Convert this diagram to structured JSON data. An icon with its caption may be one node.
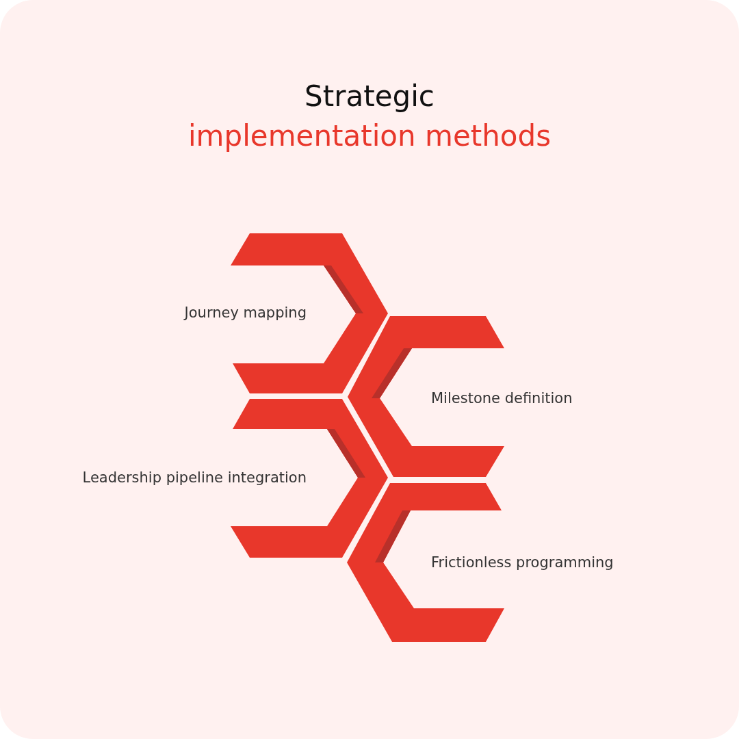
{
  "diagram": {
    "title": "Strategic implementation methods",
    "nodes": [
      {
        "text": [
          "Journey mapping"
        ]
      },
      {
        "text": [
          "Milestone definition"
        ]
      },
      {
        "text": [
          "Leadership pipeline integration"
        ]
      },
      {
        "text": [
          "Frictionless programming"
        ]
      }
    ]
  }
}
